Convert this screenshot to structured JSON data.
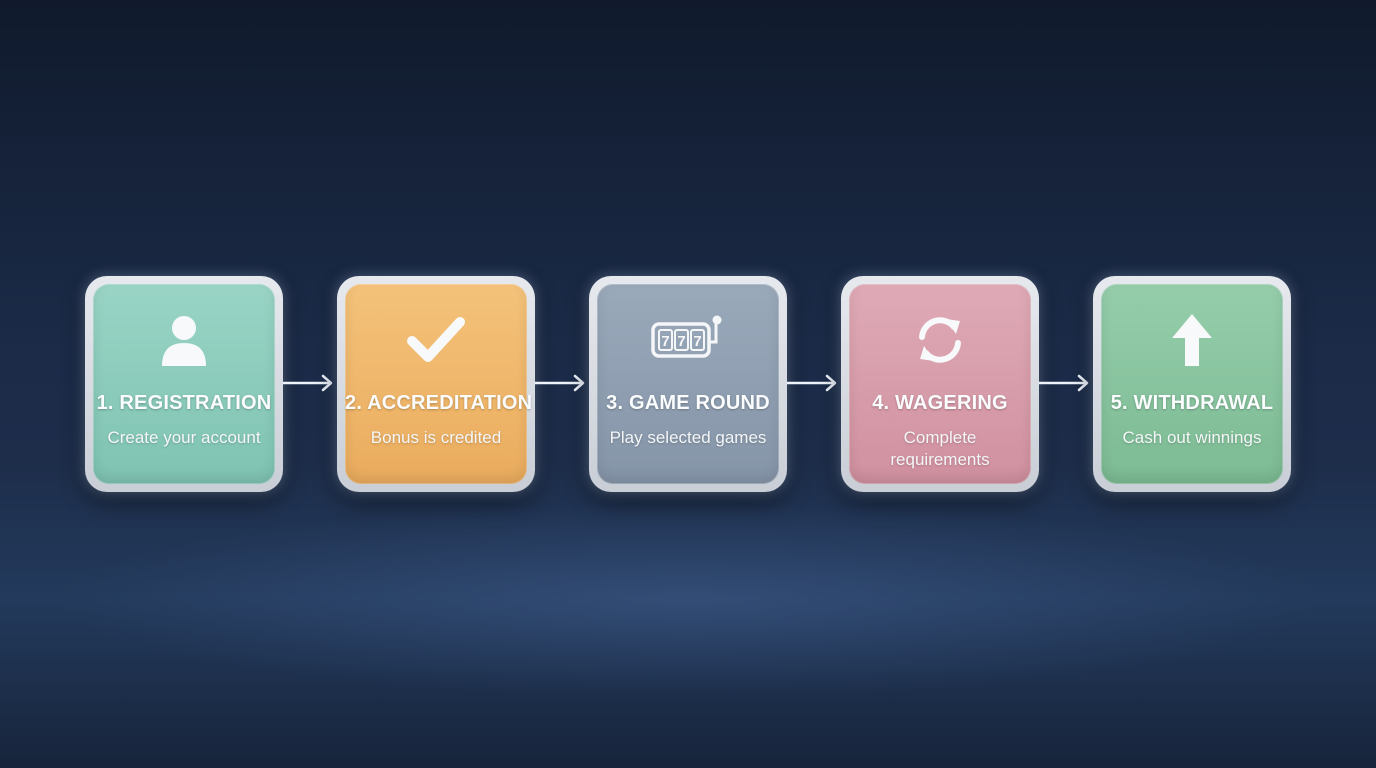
{
  "steps": [
    {
      "title": "1. REGISTRATION",
      "subtitle": "Create your account",
      "icon": "user-icon",
      "color": "#8fcdbd"
    },
    {
      "title": "2. ACCREDITATION",
      "subtitle": "Bonus is credited",
      "icon": "checkmark-icon",
      "color": "#f0b86c"
    },
    {
      "title": "3. GAME ROUND",
      "subtitle": "Play selected games",
      "icon": "slot-machine-icon",
      "color": "#93a2b4"
    },
    {
      "title": "4. WAGERING",
      "subtitle": "Complete requirements",
      "icon": "refresh-icon",
      "color": "#d9a2ae"
    },
    {
      "title": "5. WITHDRAWAL",
      "subtitle": "Cash out winnings",
      "icon": "arrow-up-icon",
      "color": "#8cc6a1"
    }
  ],
  "slot_symbols": "777"
}
